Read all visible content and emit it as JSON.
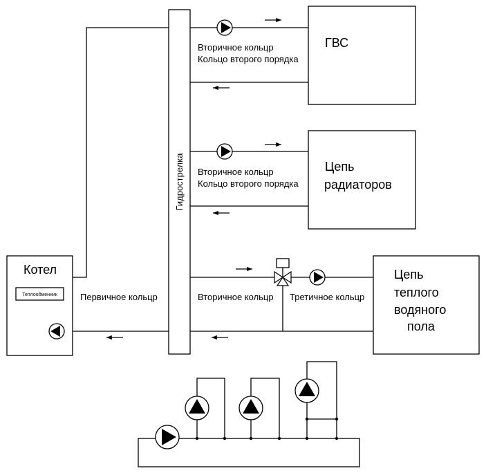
{
  "labels": {
    "boiler": "Котел",
    "heat_exchanger": "Теплообменник",
    "primary_ring": "Первичное кольцр",
    "hydro_arrow": "Гидрострелка",
    "dhw": "ГВС",
    "radiators_line1": "Цепь",
    "radiators_line2": "радиаторов",
    "floor_line1": "Цепь",
    "floor_line2": "теплого",
    "floor_line3": "водяного",
    "floor_line4": "пола",
    "secondary_ring_1": "Вторичное кольцр",
    "second_order_ring_1": "Кольцо второго порядка",
    "secondary_ring_2": "Вторичное кольцр",
    "second_order_ring_2": "Кольцо второго порядка",
    "secondary_ring_3": "Вторичное кольцр",
    "tertiary_ring": "Третичное кольцр"
  },
  "icons": [
    "pump-icon",
    "three-way-valve-icon",
    "flow-arrow-icon"
  ],
  "colors": {
    "line": "#000000",
    "background": "#ffffff"
  }
}
